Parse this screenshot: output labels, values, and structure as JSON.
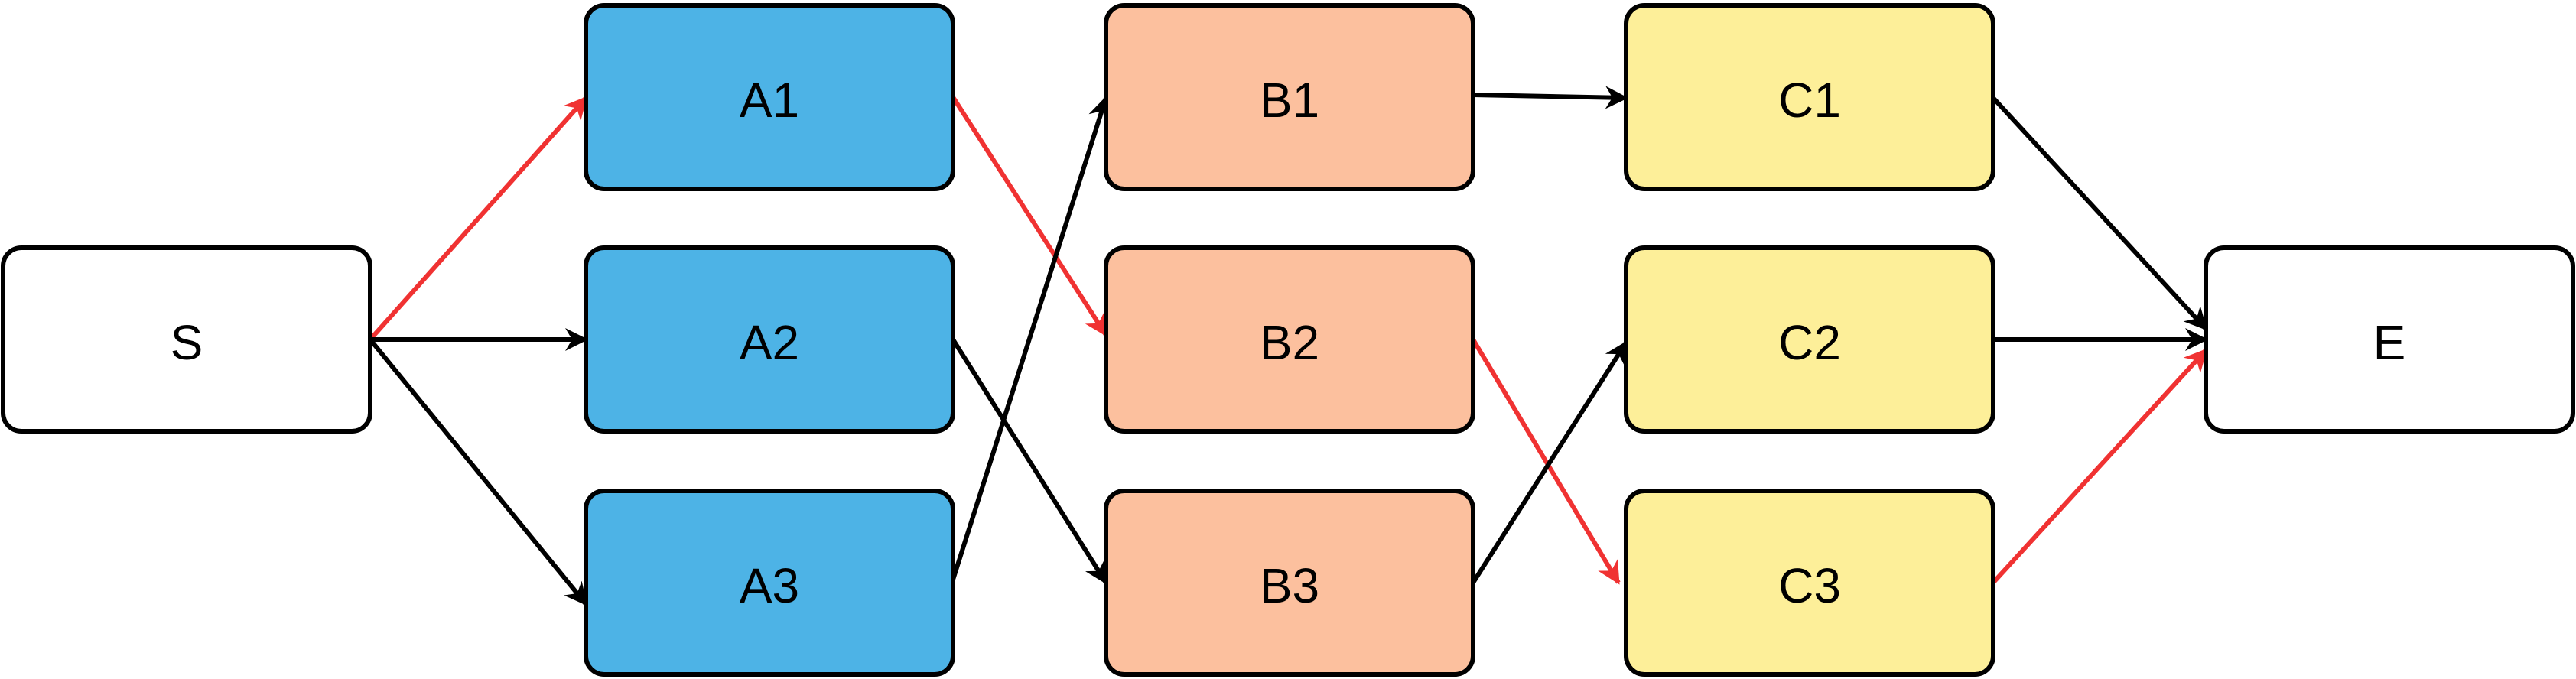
{
  "colors": {
    "stage_a": "#4db3e6",
    "stage_b": "#fcc09e",
    "stage_c": "#fdef99",
    "endpoint": "#ffffff",
    "normal_edge": "#000000",
    "highlight_edge": "#f03232"
  },
  "nodes": [
    {
      "id": "S",
      "label": "S",
      "fill": "endpoint"
    },
    {
      "id": "A1",
      "label": "A1",
      "fill": "stage_a"
    },
    {
      "id": "A2",
      "label": "A2",
      "fill": "stage_a"
    },
    {
      "id": "A3",
      "label": "A3",
      "fill": "stage_a"
    },
    {
      "id": "B1",
      "label": "B1",
      "fill": "stage_b"
    },
    {
      "id": "B2",
      "label": "B2",
      "fill": "stage_b"
    },
    {
      "id": "B3",
      "label": "B3",
      "fill": "stage_b"
    },
    {
      "id": "C1",
      "label": "C1",
      "fill": "stage_c"
    },
    {
      "id": "C2",
      "label": "C2",
      "fill": "stage_c"
    },
    {
      "id": "C3",
      "label": "C3",
      "fill": "stage_c"
    },
    {
      "id": "E",
      "label": "E",
      "fill": "endpoint"
    }
  ],
  "edges": [
    {
      "from": "S",
      "to": "A1",
      "highlight": true
    },
    {
      "from": "S",
      "to": "A2",
      "highlight": false
    },
    {
      "from": "S",
      "to": "A3",
      "highlight": false
    },
    {
      "from": "A1",
      "to": "B2",
      "highlight": true
    },
    {
      "from": "A2",
      "to": "B3",
      "highlight": false
    },
    {
      "from": "A3",
      "to": "B1",
      "highlight": false
    },
    {
      "from": "B1",
      "to": "C1",
      "highlight": false
    },
    {
      "from": "B2",
      "to": "C3",
      "highlight": true
    },
    {
      "from": "B3",
      "to": "C2",
      "highlight": false
    },
    {
      "from": "C1",
      "to": "E",
      "highlight": false
    },
    {
      "from": "C2",
      "to": "E",
      "highlight": false
    },
    {
      "from": "C3",
      "to": "E",
      "highlight": true
    }
  ]
}
